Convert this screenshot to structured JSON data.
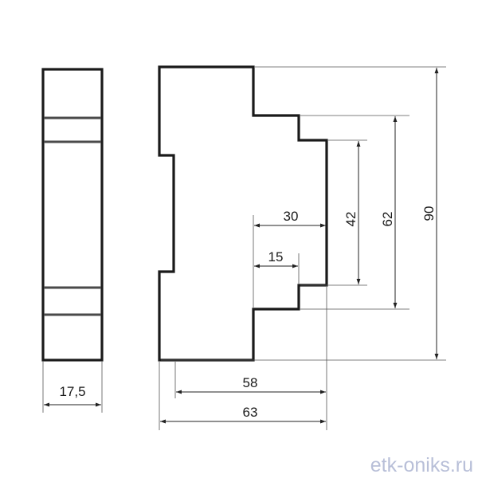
{
  "dimensions": {
    "width_front": "17,5",
    "depth_58": "58",
    "depth_63": "63",
    "step_30": "30",
    "step_15": "15",
    "height_42": "42",
    "height_62": "62",
    "height_90": "90"
  },
  "watermark": "etk-oniks.ru",
  "colors": {
    "outline": "#1a1a1a",
    "watermark": "#b8bfd8"
  }
}
